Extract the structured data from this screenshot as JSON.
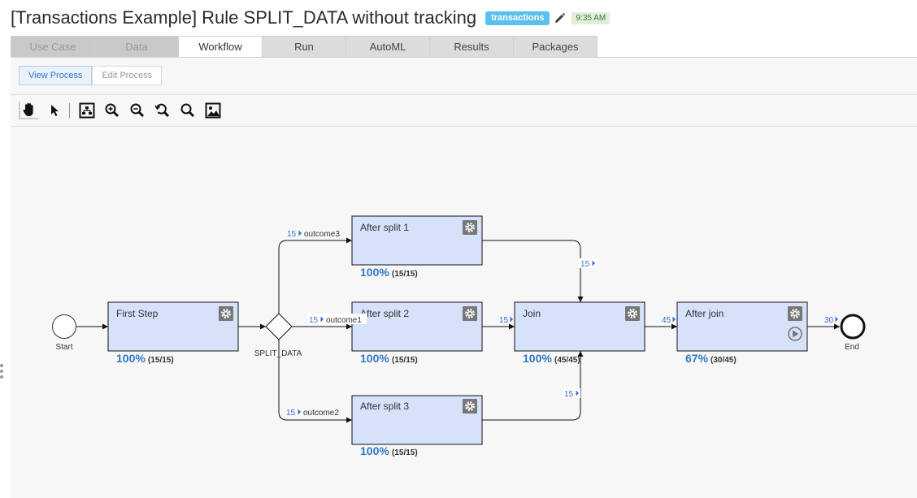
{
  "header": {
    "title": "[Transactions Example] Rule SPLIT_DATA without tracking",
    "tag": "transactions",
    "time": "9:35 AM"
  },
  "tabs": [
    {
      "label": "Use Case",
      "state": "disabled"
    },
    {
      "label": "Data",
      "state": "disabled"
    },
    {
      "label": "Workflow",
      "state": "active"
    },
    {
      "label": "Run",
      "state": "normal"
    },
    {
      "label": "AutoML",
      "state": "normal"
    },
    {
      "label": "Results",
      "state": "normal"
    },
    {
      "label": "Packages",
      "state": "normal"
    }
  ],
  "subtabs": {
    "view": "View Process",
    "edit": "Edit Process"
  },
  "toolbar": [
    "hand-tool-icon",
    "pointer-tool-icon",
    "auto-layout-icon",
    "zoom-in-icon",
    "zoom-out-icon",
    "zoom-reset-icon",
    "zoom-fit-icon",
    "export-image-icon"
  ],
  "workflow": {
    "start": "Start",
    "end": "End",
    "gateway": "SPLIT_DATA",
    "nodes": {
      "first": {
        "title": "First Step",
        "pct": "100%",
        "frac": "(15/15)"
      },
      "split1": {
        "title": "After split 1",
        "pct": "100%",
        "frac": "(15/15)"
      },
      "split2": {
        "title": "After split 2",
        "pct": "100%",
        "frac": "(15/15)"
      },
      "split3": {
        "title": "After split 3",
        "pct": "100%",
        "frac": "(15/15)"
      },
      "join": {
        "title": "Join",
        "pct": "100%",
        "frac": "(45/45)"
      },
      "afterjoin": {
        "title": "After join",
        "pct": "67%",
        "frac": "(30/45)"
      }
    },
    "edges": {
      "outcome3": {
        "count": "15",
        "label": "outcome3"
      },
      "outcome1": {
        "count": "15",
        "label": "outcome1"
      },
      "outcome2": {
        "count": "15",
        "label": "outcome2"
      },
      "split1_join": "15",
      "split2_join": "15",
      "split3_join": "15",
      "join_afterjoin": "45",
      "afterjoin_end": "30"
    }
  },
  "colors": {
    "accent": "#3277c6",
    "node_fill": "#d6e1fa",
    "tag": "#5bc0eb"
  }
}
